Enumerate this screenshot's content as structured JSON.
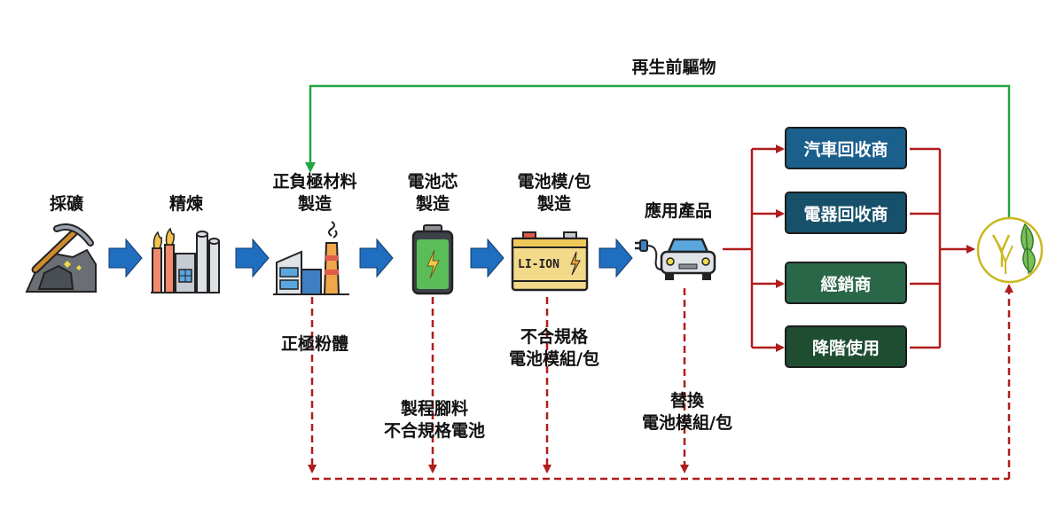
{
  "title_loop": "再生前驅物",
  "stages": [
    {
      "label": "採礦",
      "icon": "mining-icon"
    },
    {
      "label": "精煉",
      "icon": "refinery-icon"
    },
    {
      "label": "正負極材料\n製造",
      "icon": "factory-icon"
    },
    {
      "label": "電池芯\n製造",
      "icon": "battery-cell-icon"
    },
    {
      "label": "電池模/包\n製造",
      "icon": "battery-pack-icon"
    },
    {
      "label": "應用產品",
      "icon": "electric-car-icon"
    }
  ],
  "battery_pack_text": "LI-ION",
  "side_labels": {
    "cathode_powder": "正極粉體",
    "scrap": "製程腳料\n不合規格電池",
    "nonconforming_module": "不合規格\n電池模組/包",
    "replacement": "替換\n電池模組/包"
  },
  "channels": [
    {
      "label": "汽車回收商",
      "color": "#1b5f8c"
    },
    {
      "label": "電器回收商",
      "color": "#17506a"
    },
    {
      "label": "經銷商",
      "color": "#2a6648"
    },
    {
      "label": "降階使用",
      "color": "#1f4d31"
    }
  ],
  "colors": {
    "flow_arrow": "#1f6ec0",
    "loop_line": "#22a645",
    "waste_line": "#b01c1c",
    "logo": "#c9b820"
  }
}
